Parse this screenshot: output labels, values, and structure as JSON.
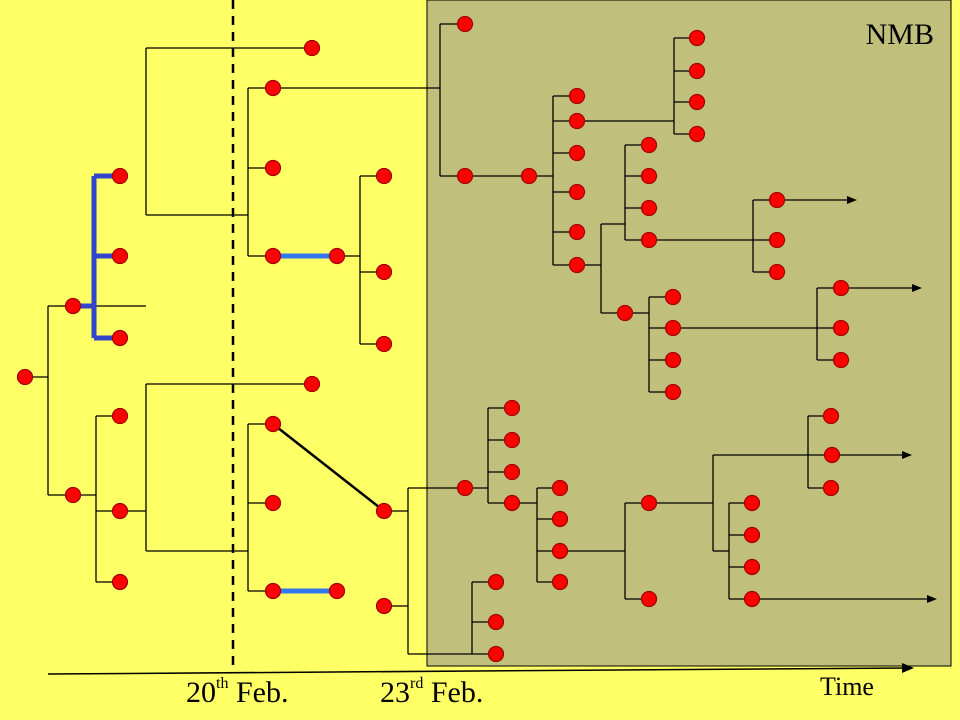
{
  "labels": {
    "region": "NMB",
    "axis": "Time",
    "date1_num": "20",
    "date1_suffix": "th",
    "date1_rest": " Feb.",
    "date2_num": "23",
    "date2_suffix": "rd",
    "date2_rest": " Feb."
  },
  "colors": {
    "background": "#FFFF66",
    "region_fill": "#C0C07C",
    "node_fill": "#FF0000",
    "node_stroke": "#A00000",
    "line": "#000000",
    "highlight_dark": "#3344CC",
    "highlight_light": "#3377EE"
  }
}
